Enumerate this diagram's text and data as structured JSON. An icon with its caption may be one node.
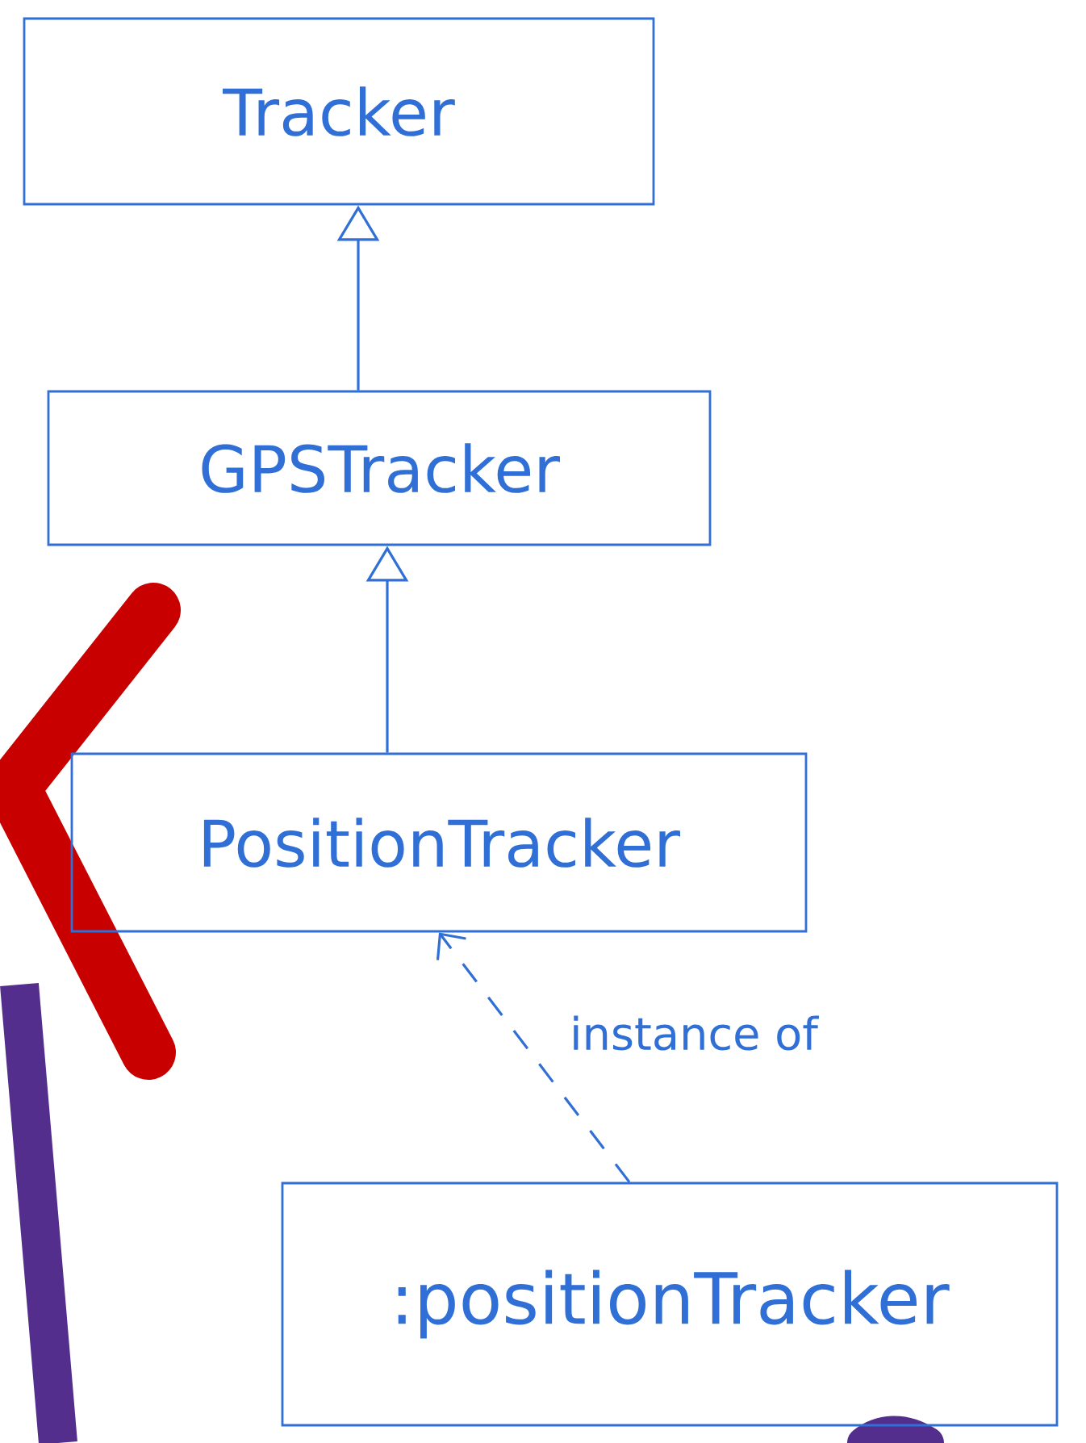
{
  "diagram": {
    "nodes": [
      {
        "text": [
          "Tracker"
        ]
      },
      {
        "text": [
          "GPSTracker"
        ]
      },
      {
        "text": [
          "PositionTracker"
        ]
      },
      {
        "text": [
          ":positionTracker"
        ]
      }
    ],
    "edges": [
      {
        "from": 1,
        "to": 0,
        "arrow": "to"
      },
      {
        "from": 2,
        "to": 1,
        "arrow": "to"
      },
      {
        "from": 3,
        "to": 2,
        "arrow": "to",
        "style": "dashed",
        "label": "instance of"
      }
    ]
  }
}
